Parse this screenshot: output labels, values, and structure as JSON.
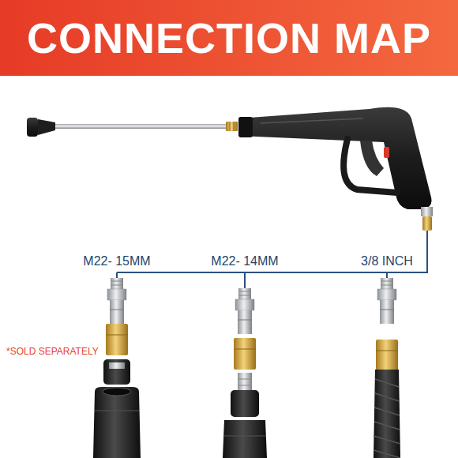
{
  "diagram": {
    "title": "CONNECTION MAP",
    "labels": [
      "M22- 15MM",
      "M22- 14MM",
      "3/8 INCH",
      "*SOLD SEPARATELY"
    ]
  }
}
